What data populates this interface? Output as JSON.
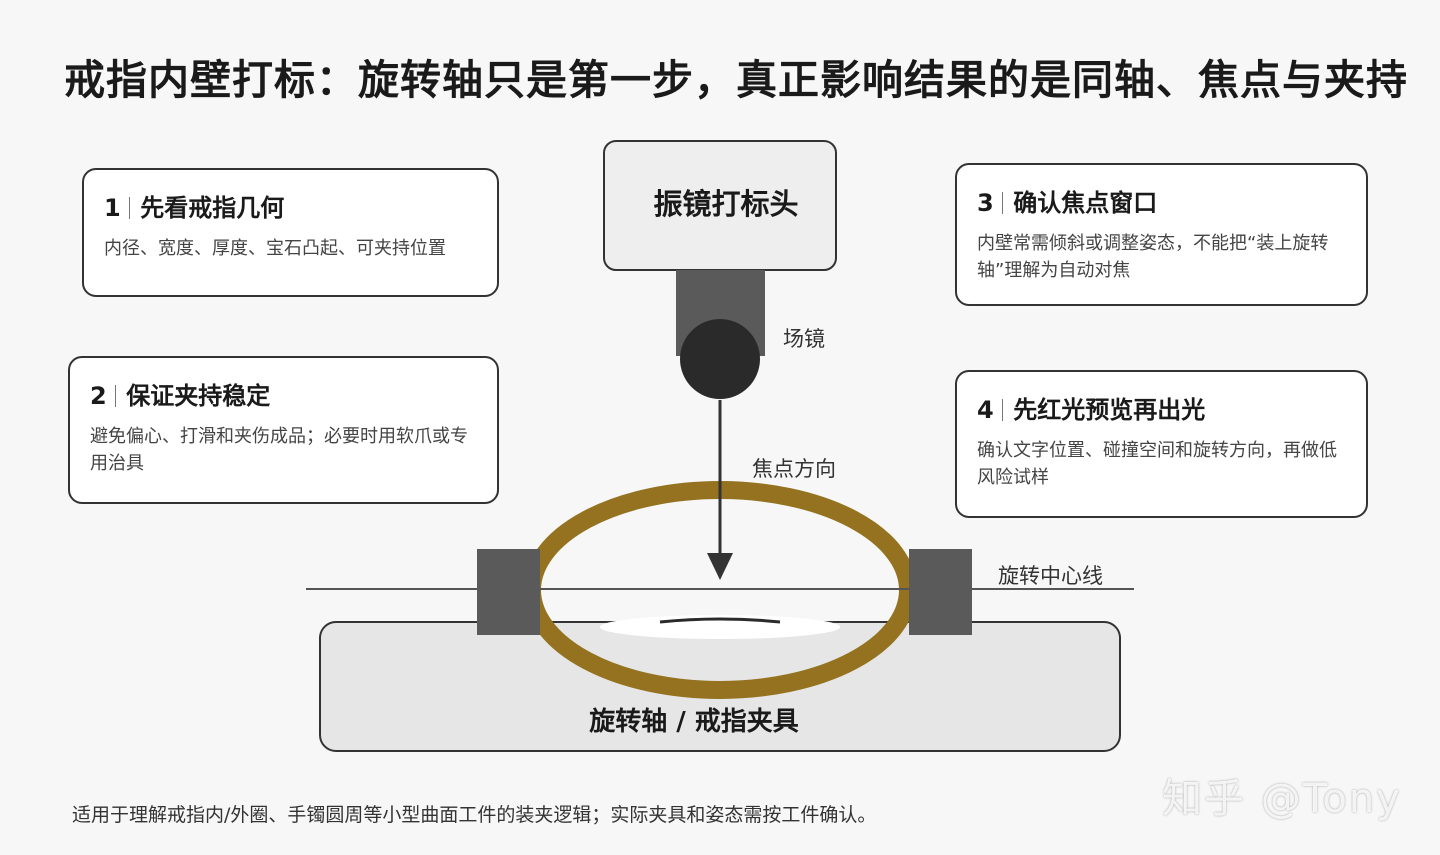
{
  "title": "戒指内壁打标：旋转轴只是第一步，真正影响结果的是同轴、焦点与夹持",
  "cards": [
    {
      "num": "1",
      "heading": "先看戒指几何",
      "body": "内径、宽度、厚度、宝石凸起、可夹持位置"
    },
    {
      "num": "2",
      "heading": "保证夹持稳定",
      "body": "避免偏心、打滑和夹伤成品；必要时用软爪或专用治具"
    },
    {
      "num": "3",
      "heading": "确认焦点窗口",
      "body": "内壁常需倾斜或调整姿态，不能把“装上旋转轴”理解为自动对焦"
    },
    {
      "num": "4",
      "heading": "先红光预览再出光",
      "body": "确认文字位置、碰撞空间和旋转方向，再做低风险试样"
    }
  ],
  "diagram": {
    "head_label": "振镜打标头",
    "lens_label": "场镜",
    "focus_label": "焦点方向",
    "axis_label": "旋转中心线",
    "base_label": "旋转轴 / 戒指夹具"
  },
  "footer": "适用于理解戒指内/外圈、手镯圆周等小型曲面工件的装夹逻辑；实际夹具和姿态需按工件确认。",
  "watermark": "知乎 @Tony",
  "colors": {
    "ring": "#94721f",
    "clamp": "#5a5a5a",
    "lens": "#2a2a2a",
    "box_fill": "#eeeeee",
    "base_fill": "#e6e6e6"
  }
}
